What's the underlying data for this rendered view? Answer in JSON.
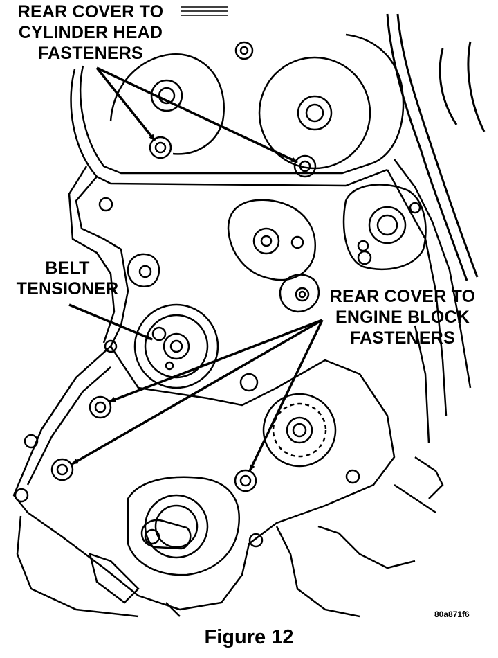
{
  "callouts": {
    "head_fasteners": [
      "REAR COVER TO",
      "CYLINDER HEAD",
      "FASTENERS"
    ],
    "belt_tensioner": [
      "BELT",
      "TENSIONER"
    ],
    "block_fasteners": [
      "REAR COVER TO",
      "ENGINE BLOCK",
      "FASTENERS"
    ]
  },
  "image_code": "80a871f6",
  "caption": "Figure 12",
  "colors": {
    "ink": "#000000",
    "paper": "#ffffff"
  }
}
